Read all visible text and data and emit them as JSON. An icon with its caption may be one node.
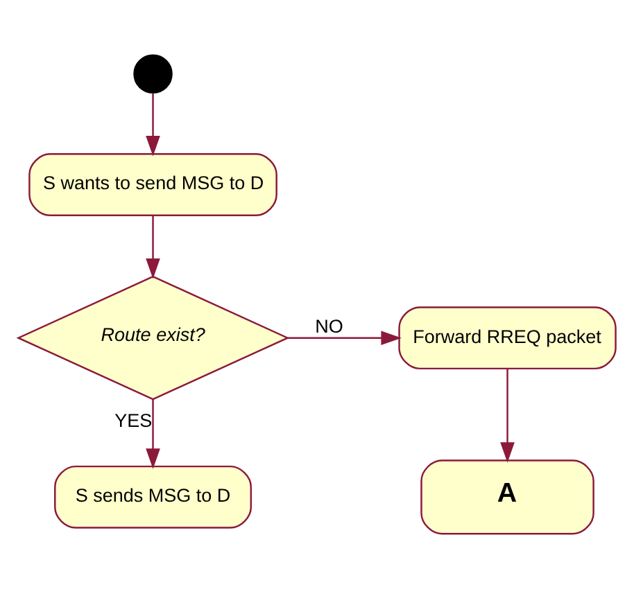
{
  "diagram": {
    "nodes": [
      {
        "text": [],
        "shape": "circle"
      },
      {
        "text": [
          "S wants to send MSG to D"
        ]
      },
      {
        "text": [
          "Route exist?"
        ]
      },
      {
        "text": [
          "Forward RREQ packet"
        ]
      },
      {
        "text": [
          "S sends MSG to D"
        ]
      },
      {
        "text": [
          "A"
        ]
      }
    ],
    "edges": [
      {
        "from": 0,
        "to": 1,
        "arrow": "to"
      },
      {
        "from": 1,
        "to": 2,
        "arrow": "to"
      },
      {
        "from": 2,
        "to": 3,
        "arrow": "to",
        "label": "NO"
      },
      {
        "from": 2,
        "to": 4,
        "arrow": "to",
        "label": "YES"
      },
      {
        "from": 3,
        "to": 5,
        "arrow": "to"
      }
    ]
  }
}
